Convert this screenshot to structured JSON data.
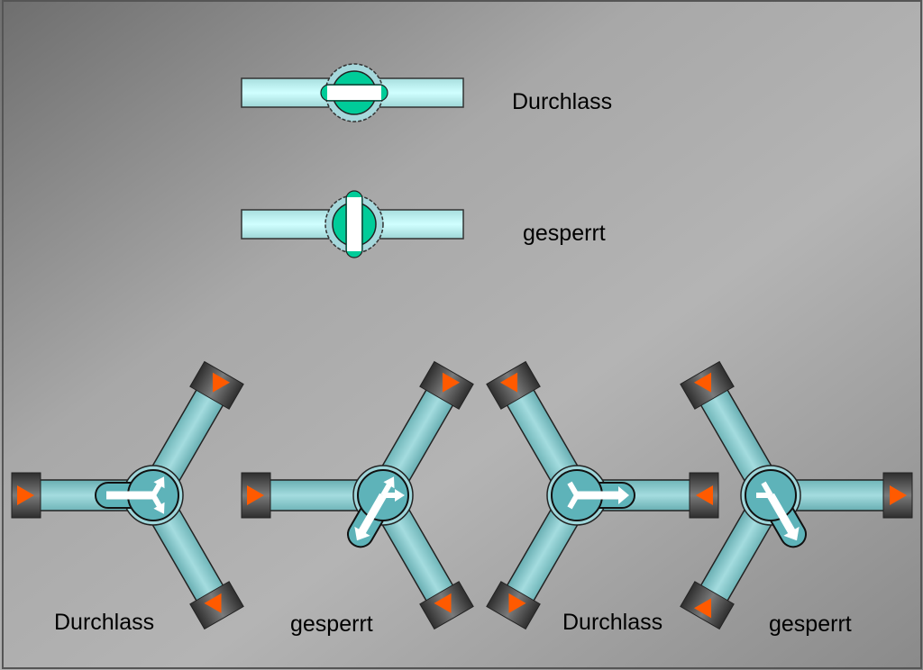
{
  "two_way_valves": [
    {
      "label": "Durchlass",
      "state": "open"
    },
    {
      "label": "gesperrt",
      "state": "closed"
    }
  ],
  "three_way_valves": [
    {
      "label": "Durchlass",
      "state": "open"
    },
    {
      "label": "gesperrt",
      "state": "closed"
    },
    {
      "label": "Durchlass",
      "state": "open"
    },
    {
      "label": "gesperrt",
      "state": "closed"
    }
  ],
  "colors": {
    "pipe_light": "#c8f8f8",
    "pipe_teal": "#8ccfd2",
    "valve_green": "#00cc99",
    "cap_dark": "#4a4a4a",
    "arrow_orange": "#ff5a00"
  }
}
